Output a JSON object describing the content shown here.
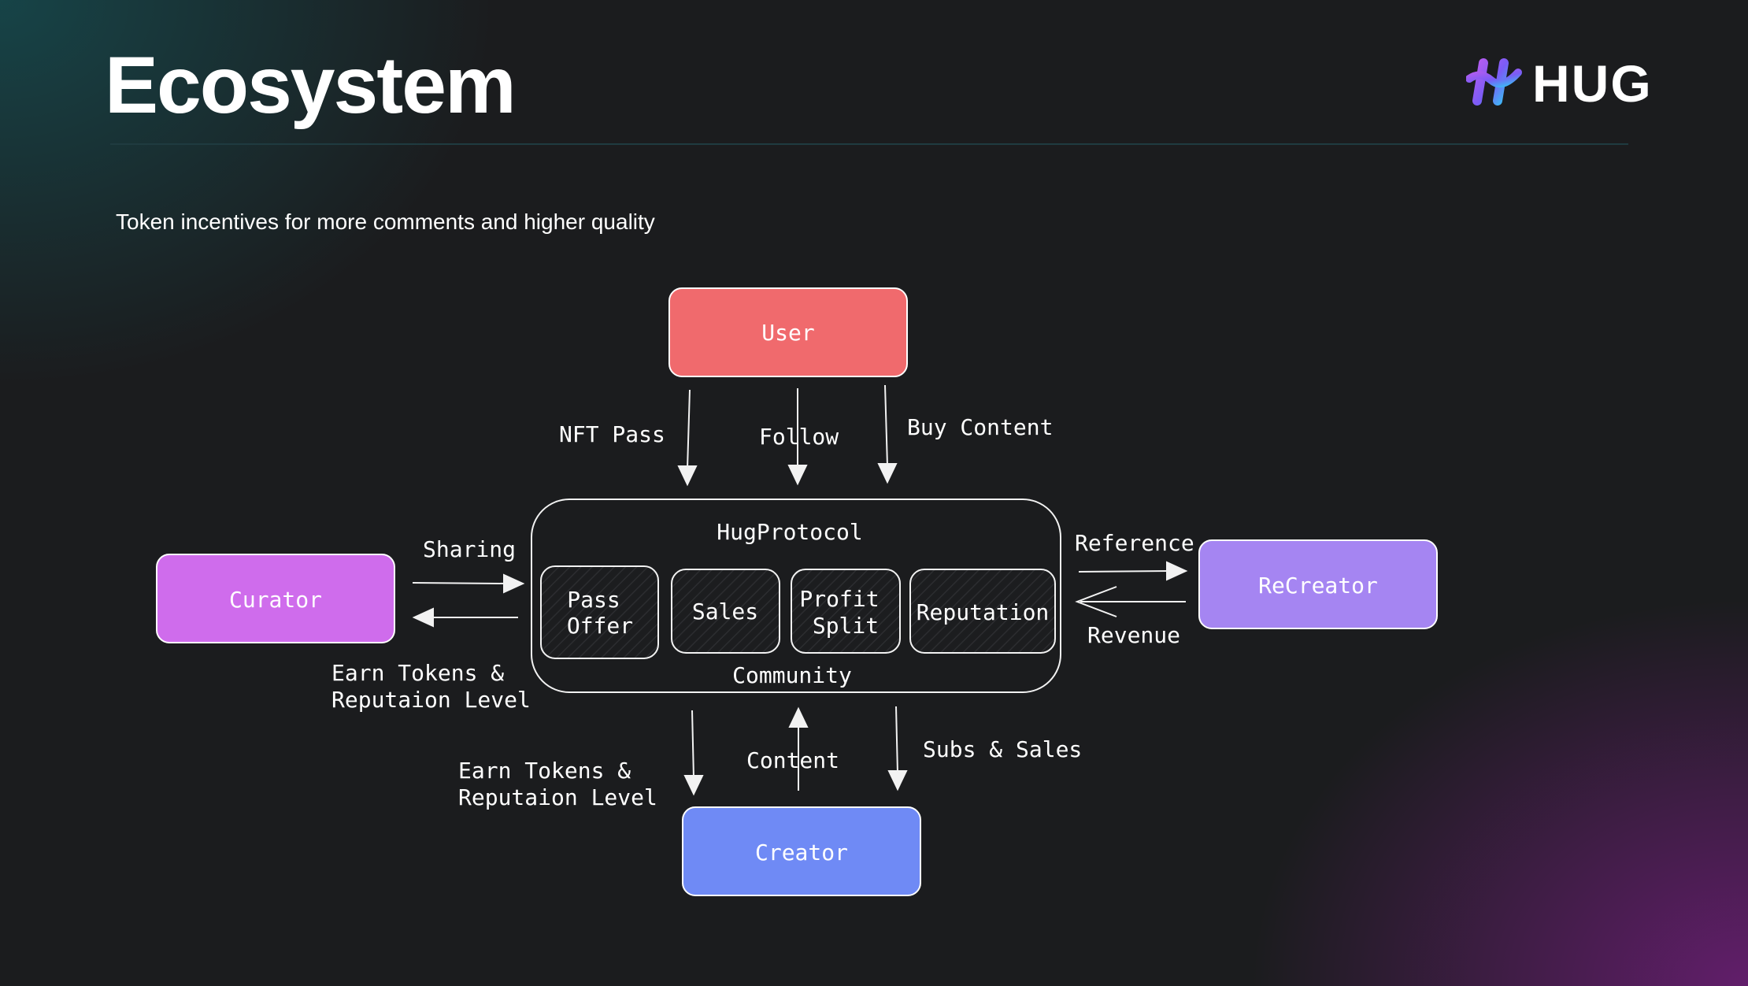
{
  "title": "Ecosystem",
  "brand": {
    "name": "HUG"
  },
  "subtitle": "Token incentives for more comments and higher quality",
  "colors": {
    "user": "#f06a6d",
    "curator": "#cf6cec",
    "recreator": "#a585f2",
    "creator": "#6f8af5",
    "line": "#f2f2f2"
  },
  "diagram": {
    "nodes": {
      "user": "User",
      "curator": "Curator",
      "recreator": "ReCreator",
      "creator": "Creator"
    },
    "protocol": {
      "title": "HugProtocol",
      "footer": "Community",
      "modules": [
        {
          "line1": "Pass",
          "line2": "Offer"
        },
        {
          "line1": "Sales",
          "line2": ""
        },
        {
          "line1": "Profit",
          "line2": "Split"
        },
        {
          "line1": "Reputation",
          "line2": ""
        }
      ]
    },
    "edges": {
      "nft_pass": "NFT Pass",
      "follow": "Follow",
      "buy_content": "Buy Content",
      "sharing": "Sharing",
      "curator_reward_1": "Earn Tokens &",
      "curator_reward_2": "Reputaion Level",
      "reference": "Reference",
      "revenue": "Revenue",
      "creator_reward_1": "Earn Tokens &",
      "creator_reward_2": "Reputaion Level",
      "content": "Content",
      "subs_sales": "Subs & Sales"
    }
  }
}
